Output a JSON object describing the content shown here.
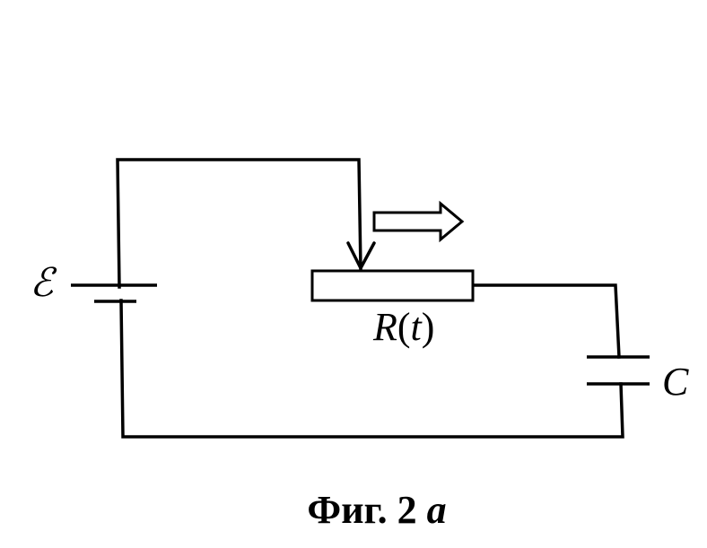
{
  "labels": {
    "emf": "ℰ",
    "resistor_symbol": "R",
    "resistor_open": "(",
    "resistor_var": "t",
    "resistor_close": ")",
    "capacitor": "C"
  },
  "caption": {
    "prefix": "Фиг. 2",
    "suffix": "a"
  },
  "colors": {
    "line": "#000000",
    "background": "#ffffff"
  }
}
